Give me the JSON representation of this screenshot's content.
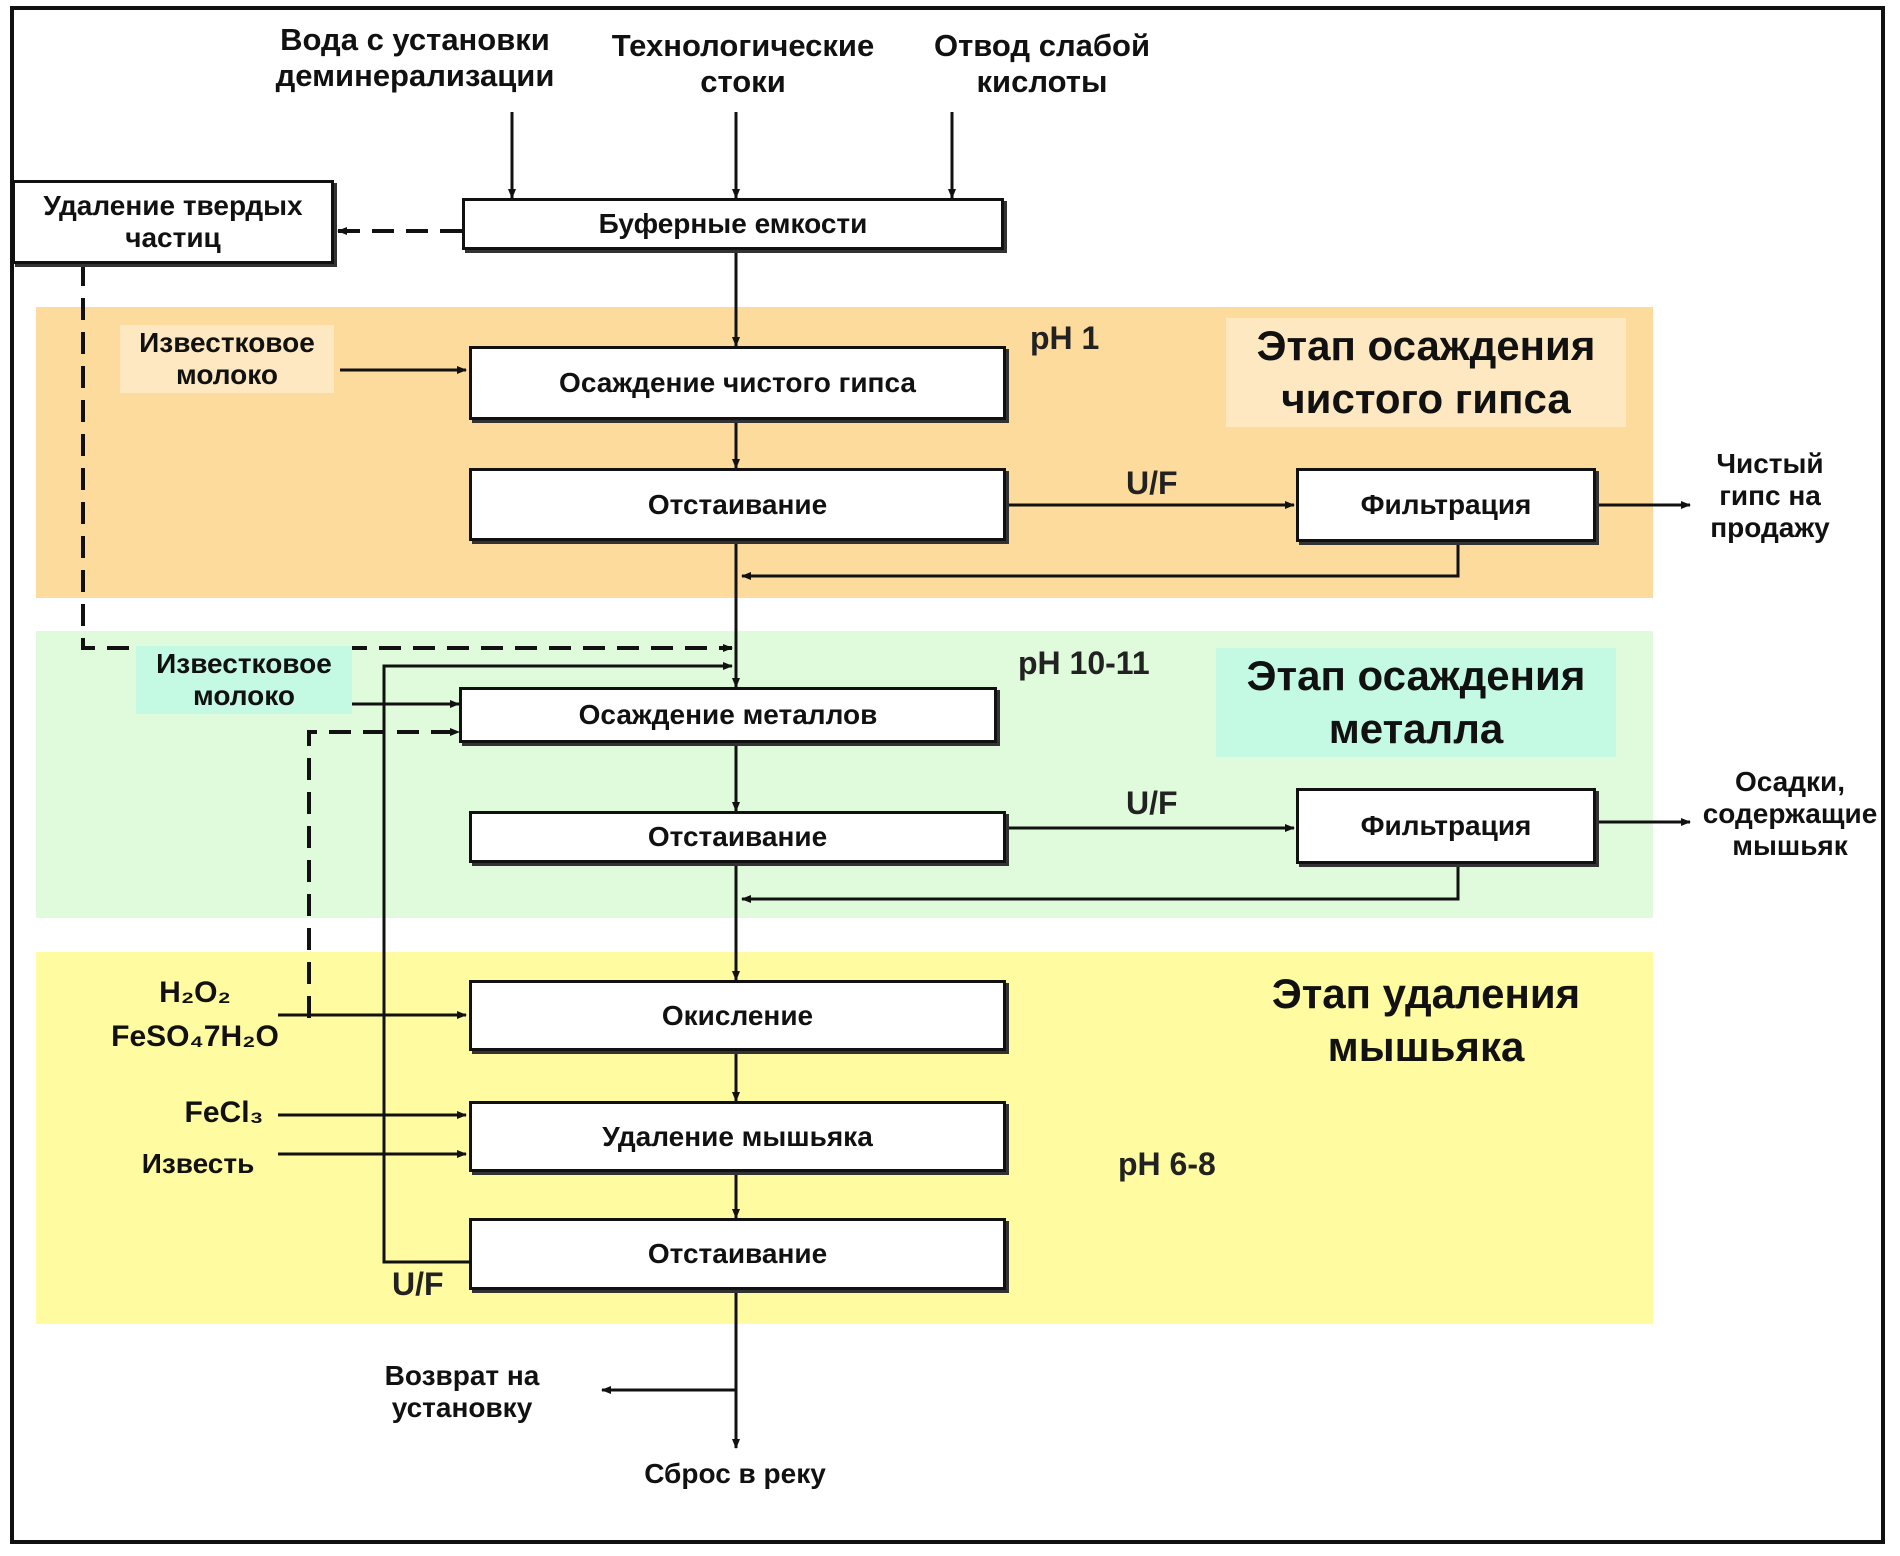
{
  "inputs": {
    "demin_water": "Вода с установки деминерализации",
    "process_effluent": "Технологические стоки",
    "weak_acid": "Отвод слабой кислоты"
  },
  "boxes": {
    "solids_removal": "Удаление твердых частиц",
    "buffer_tanks": "Буферные емкости",
    "gypsum_precipitation": "Осаждение чистого гипса",
    "settling_1": "Отстаивание",
    "filtration_1": "Фильтрация",
    "metal_precipitation": "Осаждение металлов",
    "settling_2": "Отстаивание",
    "filtration_2": "Фильтрация",
    "oxidation": "Окисление",
    "arsenic_removal": "Удаление мышьяка",
    "settling_3": "Отстаивание"
  },
  "reagents": {
    "lime_milk_1": "Известковое молоко",
    "lime_milk_2": "Известковое молоко",
    "h2o2": "H₂O₂",
    "feso4": "FeSO₄7H₂O",
    "fecl3": "FeCl₃",
    "lime": "Известь"
  },
  "stages": {
    "gypsum": {
      "title": "Этап осаждения чистого гипса",
      "ph": "pH 1",
      "color": "#fddb9c"
    },
    "metal": {
      "title": "Этап осаждения металла",
      "ph": "pH 10-11",
      "color": "#e0fbdc"
    },
    "arsenic": {
      "title": "Этап удаления мышьяка",
      "ph": "pH 6-8",
      "color": "#fffba0"
    }
  },
  "flow_labels": {
    "uf_1": "U/F",
    "uf_2": "U/F",
    "uf_3": "U/F"
  },
  "outputs": {
    "pure_gypsum": "Чистый гипс на продажу",
    "arsenic_sludge": "Осадки, содержащие мышьяк",
    "return": "Возврат на установку",
    "discharge": "Сброс в реку"
  }
}
